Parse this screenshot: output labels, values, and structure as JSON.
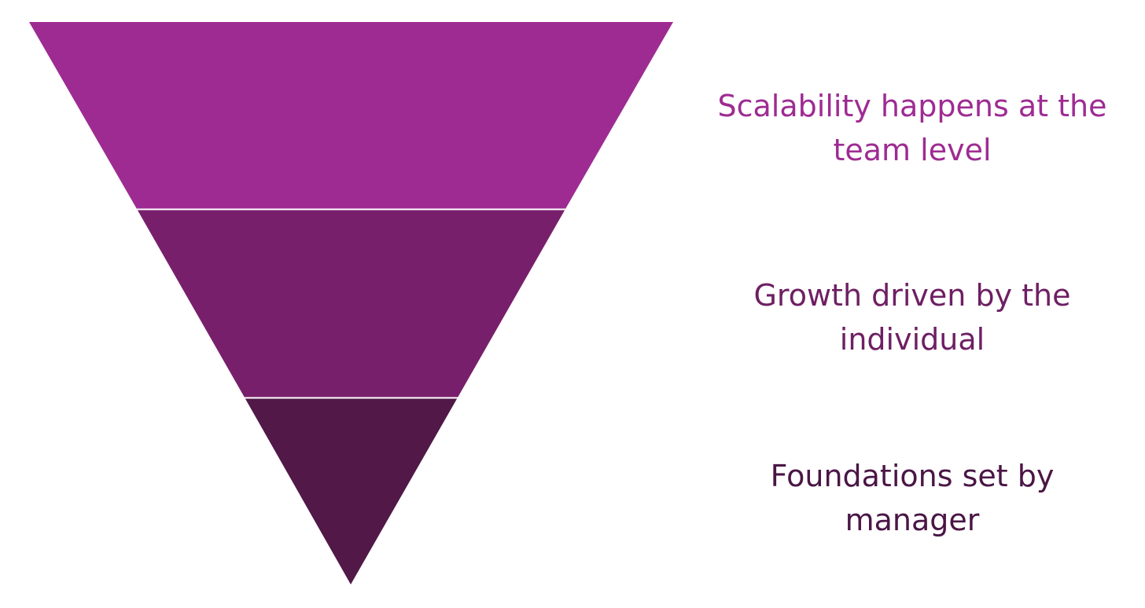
{
  "tiers": [
    {
      "level": "top",
      "label": "Scalability happens at the team level",
      "color": "#9e2b92",
      "text_color": "#9e2b92"
    },
    {
      "level": "middle",
      "label": "Growth driven by the individual",
      "color": "#781f6b",
      "text_color": "#6e1f63"
    },
    {
      "level": "bottom",
      "label": "Foundations set by manager",
      "color": "#511848",
      "text_color": "#4a1645"
    }
  ]
}
